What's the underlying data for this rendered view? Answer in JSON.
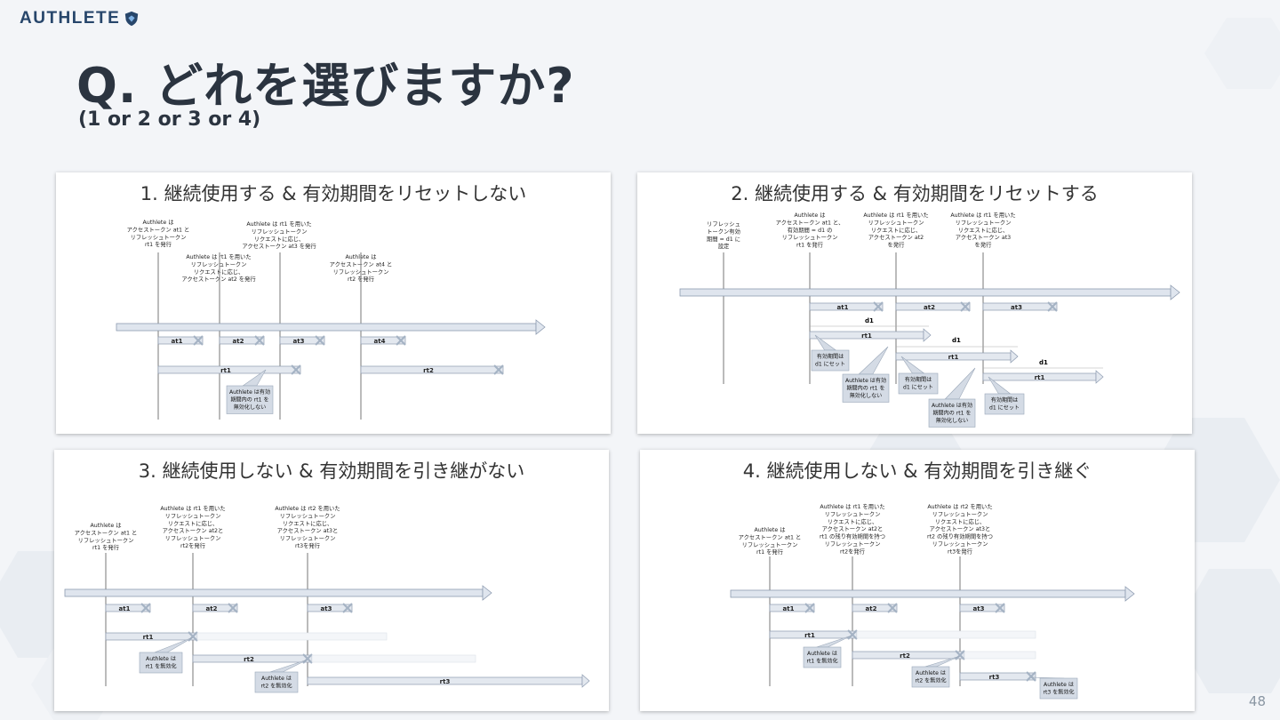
{
  "header": {
    "logo_text": "AUTHLETE",
    "title": "Q. どれを選びますか?",
    "subtitle": "(1 or 2 or 3 or 4)"
  },
  "page_number": "48",
  "panels": [
    {
      "title": "1. 継続使用する & 有効期間をリセットしない",
      "notes": [
        [
          "Authlete は",
          "アクセストークン at1 と",
          "リフレッシュトークン",
          "rt1 を発行"
        ],
        [
          "Authlete は rt1 を用いた",
          "リフレッシュトークン",
          "リクエストに応じ、",
          "アクセストークン at2 を発行"
        ],
        [
          "Authlete は rt1 を用いた",
          "リフレッシュトークン",
          "リクエストに応じ、",
          "アクセストークン at3 を発行"
        ],
        [
          "Authlete は",
          "アクセストークン at4 と",
          "リフレッシュトークン",
          "rt2 を発行"
        ]
      ],
      "bars": [
        "at1",
        "at2",
        "at3",
        "at4",
        "rt1",
        "rt2"
      ],
      "callouts": [
        [
          "Authlete は有効",
          "期間内の rt1 を",
          "無効化しない"
        ]
      ]
    },
    {
      "title": "2. 継続使用する & 有効期間をリセットする",
      "notes": [
        [
          "リフレッシュ",
          "トークン有効",
          "期間 = d1 に",
          "設定"
        ],
        [
          "Authlete は",
          "アクセストークン at1 と、",
          "有効期間 = d1 の",
          "リフレッシュトークン",
          "rt1 を発行"
        ],
        [
          "Authlete は rt1 を用いた",
          "リフレッシュトークン",
          "リクエストに応じ、",
          "アクセストークン at2",
          "を発行"
        ],
        [
          "Authlete は rt1 を用いた",
          "リフレッシュトークン",
          "リクエストに応じ、",
          "アクセストークン at3",
          "を発行"
        ]
      ],
      "bars": [
        "at1",
        "at2",
        "at3",
        "d1",
        "rt1",
        "d1",
        "rt1",
        "d1",
        "rt1"
      ],
      "callouts": [
        [
          "有効期間は",
          "d1 にセット"
        ],
        [
          "Authlete は有効",
          "期間内の rt1 を",
          "無効化しない"
        ],
        [
          "有効期間は",
          "d1 にセット"
        ],
        [
          "Authlete は有効",
          "期間内の rt1 を",
          "無効化しない"
        ],
        [
          "有効期間は",
          "d1 にセット"
        ]
      ]
    },
    {
      "title": "3. 継続使用しない & 有効期間を引き継がない",
      "notes": [
        [
          "Authlete は",
          "アクセストークン at1 と",
          "リフレッシュトークン",
          "rt1 を発行"
        ],
        [
          "Authlete は rt1 を用いた",
          "リフレッシュトークン",
          "リクエストに応じ、",
          "アクセストークン at2と",
          "リフレッシュトークン",
          "rt2を発行"
        ],
        [
          "Authlete は rt2 を用いた",
          "リフレッシュトークン",
          "リクエストに応じ、",
          "アクセストークン at3と",
          "リフレッシュトークン",
          "rt3を発行"
        ]
      ],
      "bars": [
        "at1",
        "at2",
        "at3",
        "rt1",
        "rt2",
        "rt3"
      ],
      "callouts": [
        [
          "Authlete は",
          "rt1 を無効化"
        ],
        [
          "Authlete は",
          "rt2 を無効化"
        ]
      ]
    },
    {
      "title": "4. 継続使用しない & 有効期間を引き継ぐ",
      "notes": [
        [
          "Authlete は",
          "アクセストークン at1 と",
          "リフレッシュトークン",
          "rt1 を発行"
        ],
        [
          "Authlete は rt1 を用いた",
          "リフレッシュトークン",
          "リクエストに応じ、",
          "アクセストークン at2と",
          "rt1 の残り有効期間を持つ",
          "リフレッシュトークン",
          "rt2を発行"
        ],
        [
          "Authlete は rt2 を用いた",
          "リフレッシュトークン",
          "リクエストに応じ、",
          "アクセストークン at3と",
          "rt2 の残り有効期間を持つ",
          "リフレッシュトークン",
          "rt3を発行"
        ]
      ],
      "bars": [
        "at1",
        "at2",
        "at3",
        "rt1",
        "rt2",
        "rt3"
      ],
      "callouts": [
        [
          "Authlete は",
          "rt1 を無効化"
        ],
        [
          "Authlete は",
          "rt2 を無効化"
        ],
        [
          "Authlete は",
          "rt3 を無効化"
        ]
      ]
    }
  ]
}
